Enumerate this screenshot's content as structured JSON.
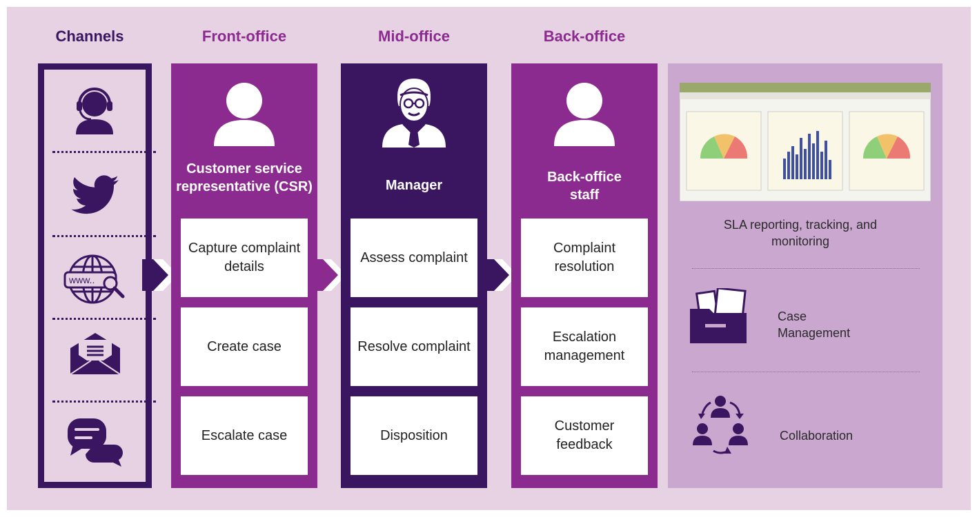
{
  "colors": {
    "background": "#e6d2e2",
    "purple": "#8c2b8f",
    "dark_purple": "#3b1660",
    "panel": "#c9a7cf",
    "white": "#ffffff"
  },
  "headers": {
    "channels": "Channels",
    "front": "Front-office",
    "mid": "Mid-office",
    "back": "Back-office"
  },
  "channels": {
    "icons": [
      "headset-agent-icon",
      "twitter-bird-icon",
      "website-globe-icon",
      "email-envelope-icon",
      "chat-bubbles-icon"
    ]
  },
  "front": {
    "role": "Customer service representative (CSR)",
    "boxes": [
      "Capture complaint details",
      "Create case",
      "Escalate case"
    ]
  },
  "mid": {
    "role": "Manager",
    "boxes": [
      "Assess complaint",
      "Resolve complaint",
      "Disposition"
    ]
  },
  "back": {
    "role": "Back-office staff",
    "boxes": [
      "Complaint resolution",
      "Escalation management",
      "Customer feedback"
    ]
  },
  "right": {
    "dashboard_caption": "SLA reporting, tracking, and monitoring",
    "case_management": "Case Management",
    "collaboration": "Collaboration"
  }
}
